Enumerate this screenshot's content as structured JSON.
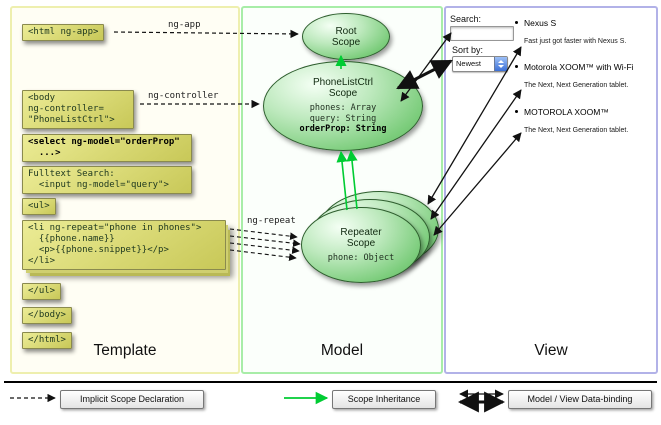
{
  "panels": {
    "template": {
      "label": "Template"
    },
    "model": {
      "label": "Model"
    },
    "view": {
      "label": "View"
    }
  },
  "template": {
    "html_open": "<html ng-app>",
    "body_open": "<body\nng-controller=\n\"PhoneListCtrl\">",
    "select": "<select ng-model=\"orderProp\"\n  ...>",
    "fulltext": "Fulltext Search:\n  <input ng-model=\"query\">",
    "ul_open": "<ul>",
    "li_repeat": "<li ng-repeat=\"phone in phones\">\n  {{phone.name}}\n  <p>{{phone.snippet}}</p>\n</li>",
    "ul_close": "</ul>",
    "body_close": "</body>",
    "html_close": "</html>"
  },
  "arrows": {
    "ng_app": "ng-app",
    "ng_controller": "ng-controller",
    "ng_repeat": "ng-repeat"
  },
  "model": {
    "root_scope": {
      "line1": "Root",
      "line2": "Scope"
    },
    "phonelist": {
      "line1": "PhoneListCtrl",
      "line2": "Scope",
      "prop1": "phones: Array",
      "prop2": "query: String",
      "prop3": "orderProp: String"
    },
    "repeater": {
      "line1": "Repeater",
      "line2": "Scope",
      "prop": "phone: Object"
    }
  },
  "view": {
    "search_label": "Search:",
    "sort_label": "Sort by:",
    "sort_value": "Newest",
    "items": [
      {
        "name": "Nexus S",
        "snippet": "Fast just got faster with Nexus S."
      },
      {
        "name": "Motorola XOOM™ with Wi-Fi",
        "snippet": "The Next, Next Generation tablet."
      },
      {
        "name": "MOTOROLA XOOM™",
        "snippet": "The Next, Next Generation tablet."
      }
    ]
  },
  "legend": {
    "implicit": "Implicit Scope Declaration",
    "inheritance": "Scope Inheritance",
    "binding": "Model / View Data-binding"
  },
  "colors": {
    "inheritance_green": "#00cc33",
    "arrow_black": "#111111"
  }
}
